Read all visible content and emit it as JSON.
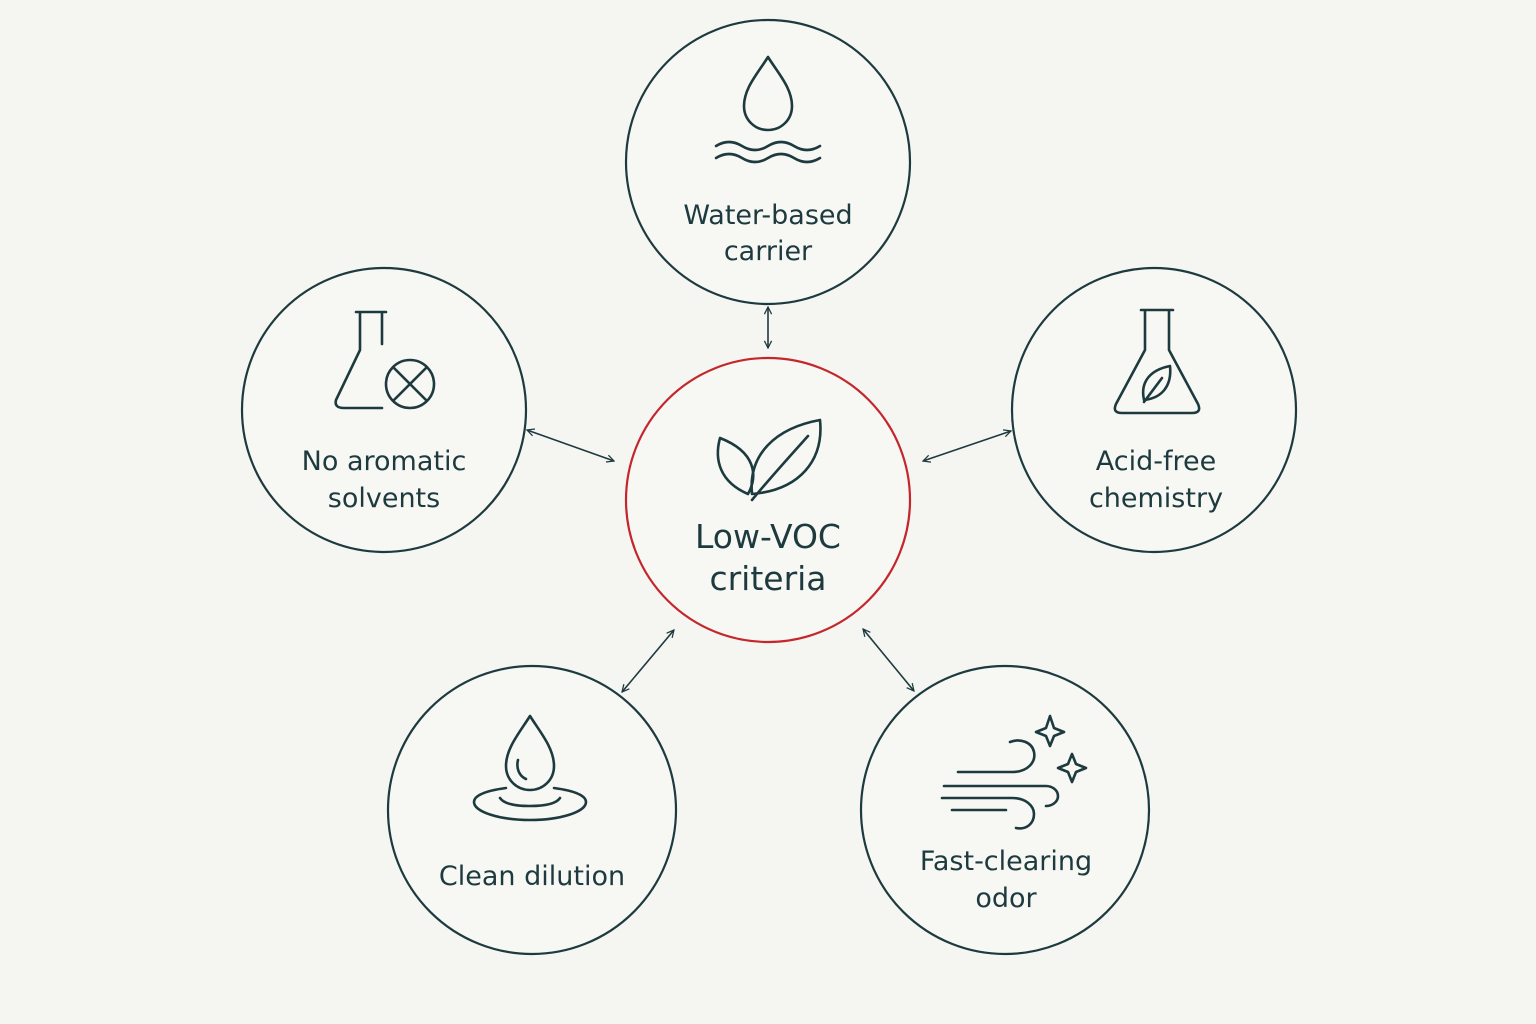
{
  "diagram": {
    "center": {
      "label_line1": "Low-VOC",
      "label_line2": "criteria",
      "icon": "leaf-pair-icon"
    },
    "nodes": [
      {
        "id": "water",
        "label_line1": "Water-based",
        "label_line2": "carrier",
        "icon": "water-drop-waves-icon"
      },
      {
        "id": "aromatic",
        "label_line1": "No aromatic",
        "label_line2": "solvents",
        "icon": "flask-crossed-icon"
      },
      {
        "id": "acid",
        "label_line1": "Acid-free",
        "label_line2": "chemistry",
        "icon": "flask-leaf-icon"
      },
      {
        "id": "dilution",
        "label_line1": "Clean dilution",
        "label_line2": "",
        "icon": "drop-ripple-icon"
      },
      {
        "id": "odor",
        "label_line1": "Fast-clearing",
        "label_line2": "odor",
        "icon": "wind-sparkle-icon"
      }
    ],
    "colors": {
      "background": "#f5f5f2",
      "ink": "#1d3a3e",
      "center_ring": "#c4262c"
    }
  }
}
